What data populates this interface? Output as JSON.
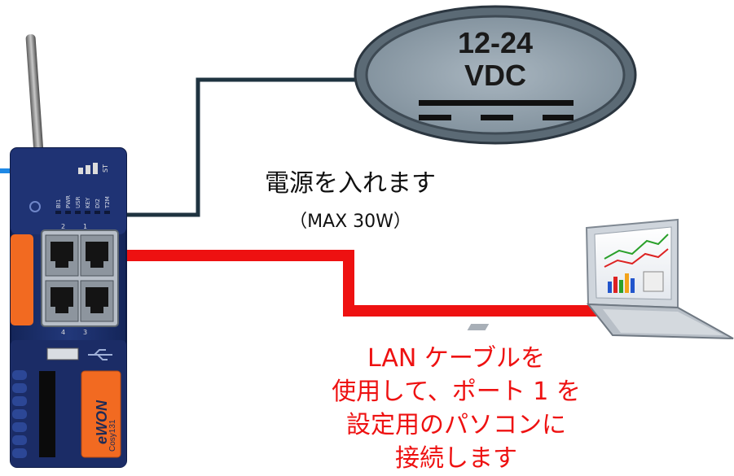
{
  "power_supply": {
    "voltage_line1": "12-24",
    "voltage_line2": "VDC",
    "icon": "dc-symbol-icon"
  },
  "power_label": {
    "text": "電源を入れます",
    "max": "（MAX 30W）"
  },
  "lan_label": {
    "lines": [
      "LAN ケーブルを",
      "使用して、ポート 1 を",
      "設定用のパソコンに",
      "接続します"
    ]
  },
  "device": {
    "brand": "eWON",
    "model": "Cosy131",
    "led_labels": [
      "BI1",
      "PWR",
      "USR",
      "KEY",
      "DI2",
      "T2M"
    ],
    "st_label": "ST",
    "port_numbers": [
      "1",
      "2",
      "3",
      "4"
    ]
  },
  "colors": {
    "power_cable": "#1f3340",
    "lan_cable": "#ee1111",
    "device_body": "#1c2f6b",
    "device_accent": "#f26a21",
    "psu_fill": "#8a9aa6",
    "lan_text": "#ee1111"
  }
}
